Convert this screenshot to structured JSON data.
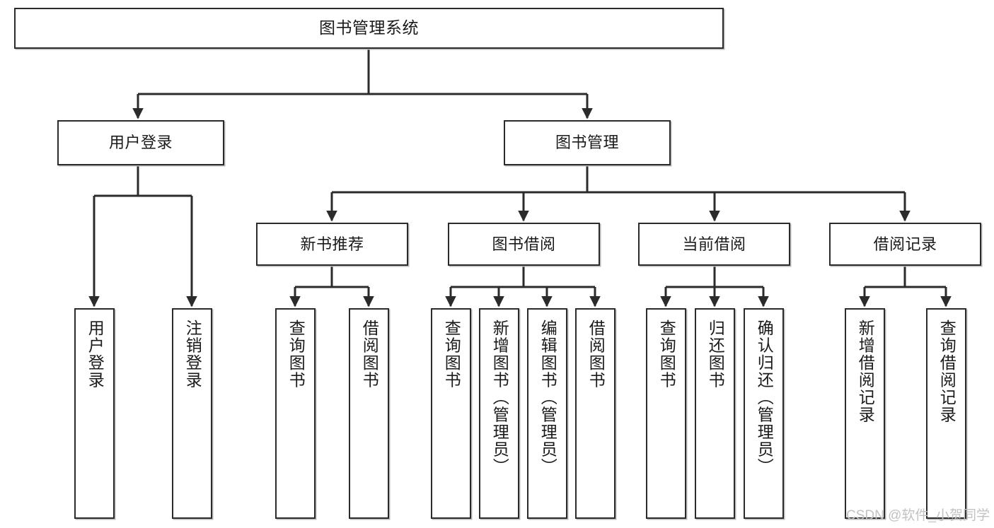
{
  "diagram": {
    "title": "图书管理系统",
    "type": "tree-hierarchy",
    "watermark": "CSDN @软件_小贺同学",
    "colors": {
      "node_border": "#2b2b2b",
      "node_fill": "#ffffff",
      "edge": "#2b2b2b",
      "text": "#1a1a1a",
      "watermark": "#c2c2c2"
    },
    "nodes": {
      "root": {
        "label": "图书管理系统"
      },
      "level2": [
        {
          "label": "用户登录"
        },
        {
          "label": "图书管理"
        }
      ],
      "level3": [
        {
          "label": "新书推荐"
        },
        {
          "label": "图书借阅"
        },
        {
          "label": "当前借阅"
        },
        {
          "label": "借阅记录"
        }
      ],
      "leaves": {
        "user_login": [
          {
            "label": "用户登录"
          },
          {
            "label": "注销登录"
          }
        ],
        "new_book_recommend": [
          {
            "label": "查询图书"
          },
          {
            "label": "借阅图书"
          }
        ],
        "book_borrow": [
          {
            "label": "查询图书"
          },
          {
            "label": "新增图书（管理员）"
          },
          {
            "label": "编辑图书（管理员）"
          },
          {
            "label": "借阅图书"
          }
        ],
        "current_borrow": [
          {
            "label": "查询图书"
          },
          {
            "label": "归还图书"
          },
          {
            "label": "确认归还（管理员）"
          }
        ],
        "borrow_record": [
          {
            "label": "新增借阅记录"
          },
          {
            "label": "查询借阅记录"
          }
        ]
      }
    }
  }
}
